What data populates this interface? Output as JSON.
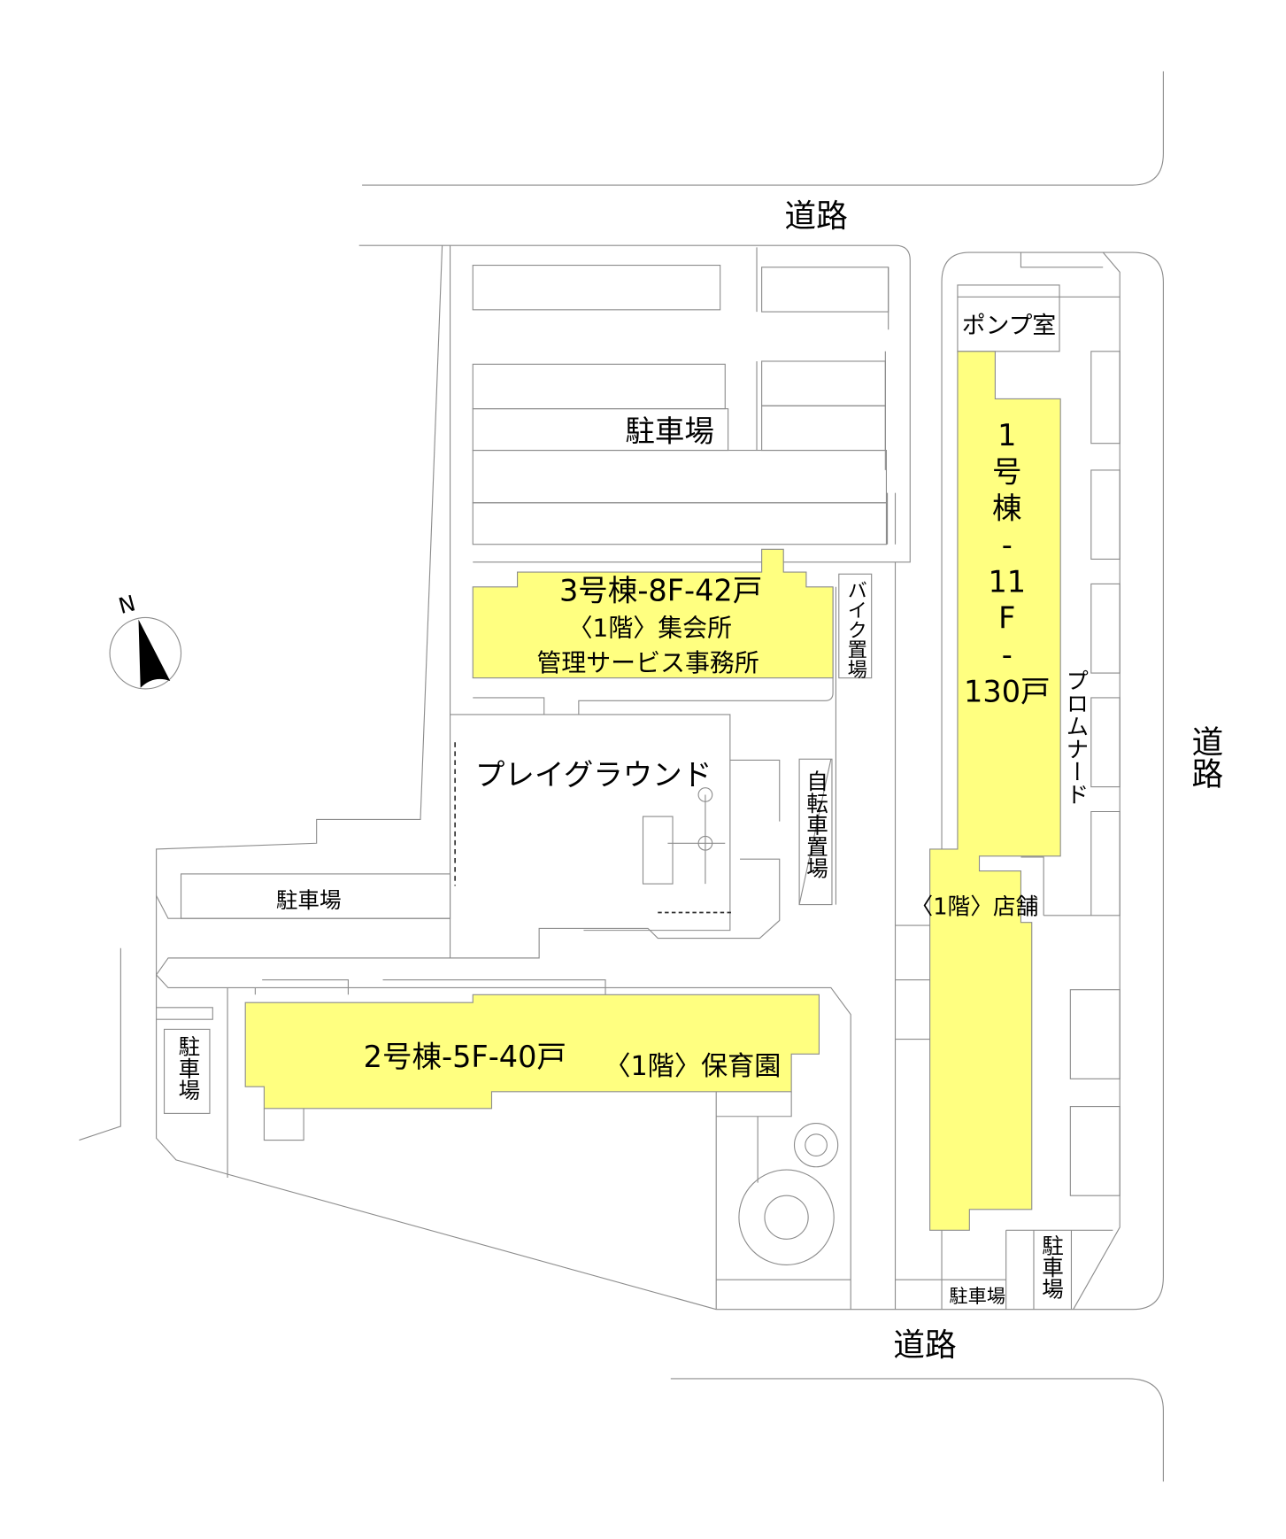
{
  "colors": {
    "building": "#ffff80",
    "lines": "#8c8c8c",
    "text": "#000000"
  },
  "compass": {
    "label": "N",
    "icon": "north-arrow-icon"
  },
  "roads": {
    "top": "道路",
    "right": "道路",
    "bottom": "道路"
  },
  "buildings": {
    "b1": {
      "lines": [
        "1",
        "号",
        "棟",
        "-",
        "11",
        "F",
        "-",
        "130戸"
      ],
      "floor1": "〈1階〉店舗"
    },
    "b2": {
      "title": "2号棟-5F-40戸",
      "floor1": "〈1階〉保育園"
    },
    "b3": {
      "title": "3号棟-8F-42戸",
      "floor1": "〈1階〉集会所",
      "office": "管理サービス事務所"
    }
  },
  "facilities": {
    "pump_room": "ポンプ室",
    "parking_north": "駐車場",
    "parking_west": "駐車場",
    "parking_sw": "駐車場",
    "parking_se": "駐車場",
    "parking_se2": "駐車場",
    "bike_parking": "バイク置場",
    "bicycle_parking": "自転車置場",
    "playground": "プレイグラウンド",
    "promenade": "プロムナード"
  }
}
